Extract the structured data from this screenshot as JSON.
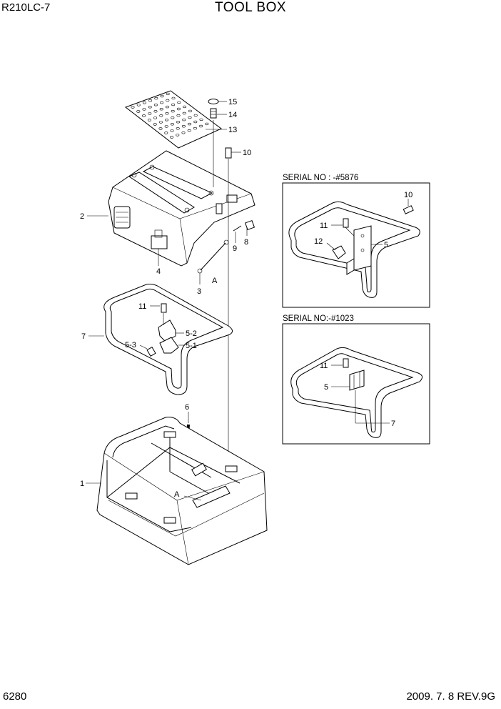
{
  "header": {
    "model": "R210LC-7",
    "title": "TOOL BOX"
  },
  "footer": {
    "page_number": "6280",
    "revision": "2009. 7. 8  REV.9G"
  },
  "callouts": {
    "p15": "15",
    "p14": "14",
    "p13": "13",
    "p10": "10",
    "p2": "2",
    "p8": "8",
    "p9": "9",
    "p4": "4",
    "p3": "3",
    "pA1": "A",
    "p11": "11",
    "p7": "7",
    "p5_2": "5-2",
    "p5_3": "5-3",
    "p5_1": "5-1",
    "p6": "6",
    "p1": "1",
    "pA2": "A"
  },
  "inset_1": {
    "serial": "SERIAL NO : -#5876",
    "p10": "10",
    "p11": "11",
    "p12": "12",
    "p5": "5"
  },
  "inset_2": {
    "serial": "SERIAL NO:-#1023",
    "p11": "11",
    "p5": "5",
    "p7": "7"
  }
}
